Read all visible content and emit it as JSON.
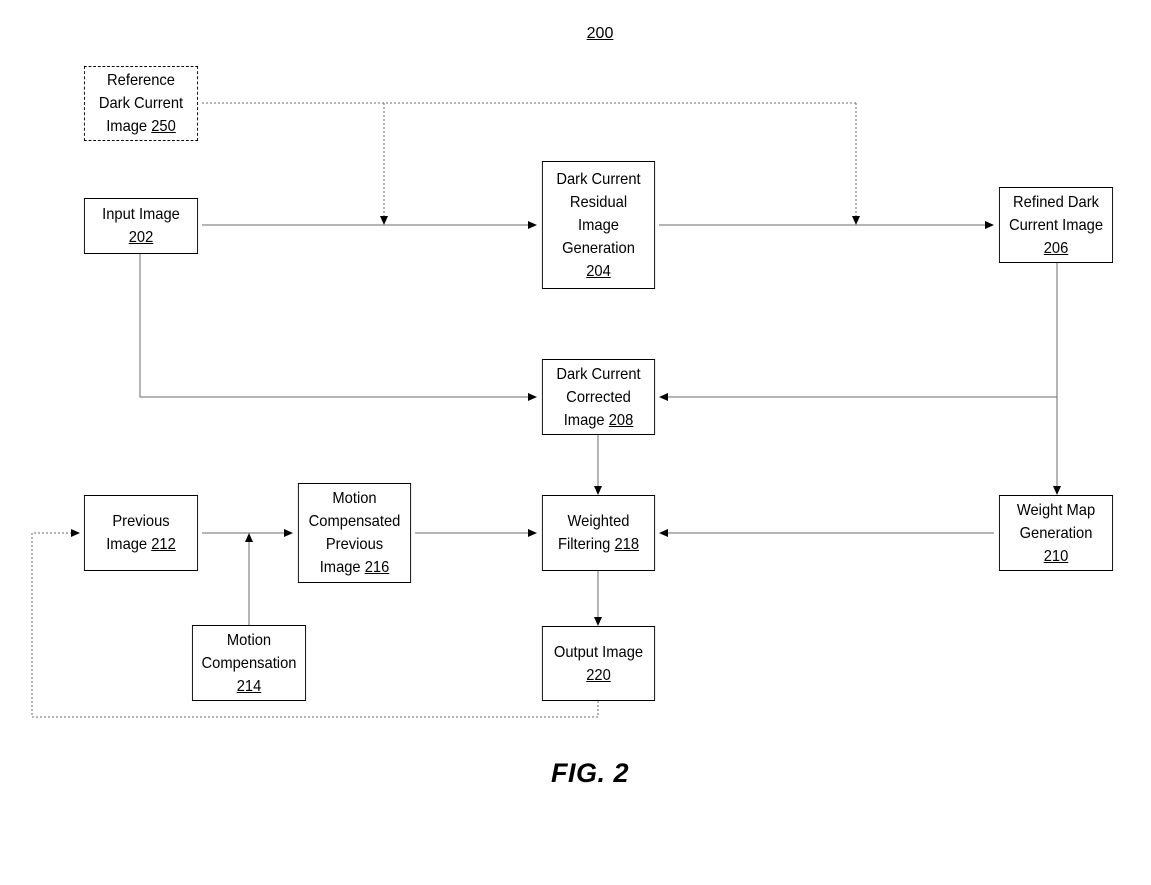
{
  "diagram_number": "200",
  "figure_caption": "FIG. 2",
  "blocks": {
    "reference_dark_current": {
      "lines": [
        "Reference",
        "Dark Current"
      ],
      "last_line": "Image",
      "ref": "250"
    },
    "input_image": {
      "lines": [],
      "last_line": "Input Image",
      "ref": "202"
    },
    "residual_generation": {
      "lines": [
        "Dark Current",
        "Residual",
        "Image",
        "Generation"
      ],
      "last_line": "",
      "ref": "204"
    },
    "refined_dark_current": {
      "lines": [
        "Refined Dark",
        "Current Image"
      ],
      "last_line": "",
      "ref": "206"
    },
    "corrected_image": {
      "lines": [
        "Dark Current",
        "Corrected"
      ],
      "last_line": "Image",
      "ref": "208"
    },
    "weight_map_generation": {
      "lines": [
        "Weight Map",
        "Generation"
      ],
      "last_line": "",
      "ref": "210"
    },
    "previous_image": {
      "lines": [
        "Previous"
      ],
      "last_line": "Image",
      "ref": "212"
    },
    "motion_compensation": {
      "lines": [
        "Motion",
        "Compensation"
      ],
      "last_line": "",
      "ref": "214"
    },
    "motion_compensated_previous": {
      "lines": [
        "Motion",
        "Compensated",
        "Previous"
      ],
      "last_line": "Image",
      "ref": "216"
    },
    "weighted_filtering": {
      "lines": [
        "Weighted"
      ],
      "last_line": "Filtering",
      "ref": "218"
    },
    "output_image": {
      "lines": [
        "Output Image"
      ],
      "last_line": "",
      "ref": "220"
    }
  }
}
